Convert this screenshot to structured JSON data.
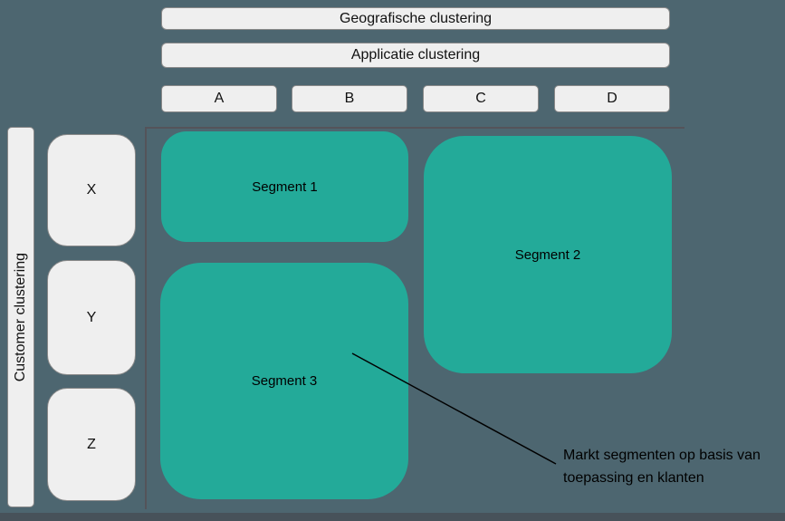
{
  "colors": {
    "background": "#4d6670",
    "footer_band": "#47525a",
    "segment_fill": "#23aa99",
    "box_fill": "#efefef",
    "box_border": "#898989",
    "grid_line": "#54535a",
    "text": "#000000"
  },
  "top_bars": {
    "geografische": "Geografische clustering",
    "applicatie": "Applicatie clustering"
  },
  "column_headers": [
    "A",
    "B",
    "C",
    "D"
  ],
  "customer_axis_label": "Customer clustering",
  "row_headers": [
    "X",
    "Y",
    "Z"
  ],
  "segments": {
    "segment1": "Segment 1",
    "segment2": "Segment 2",
    "segment3": "Segment 3"
  },
  "annotation": {
    "line1": "Markt segmenten op basis van",
    "line2": "toepassing en klanten"
  }
}
